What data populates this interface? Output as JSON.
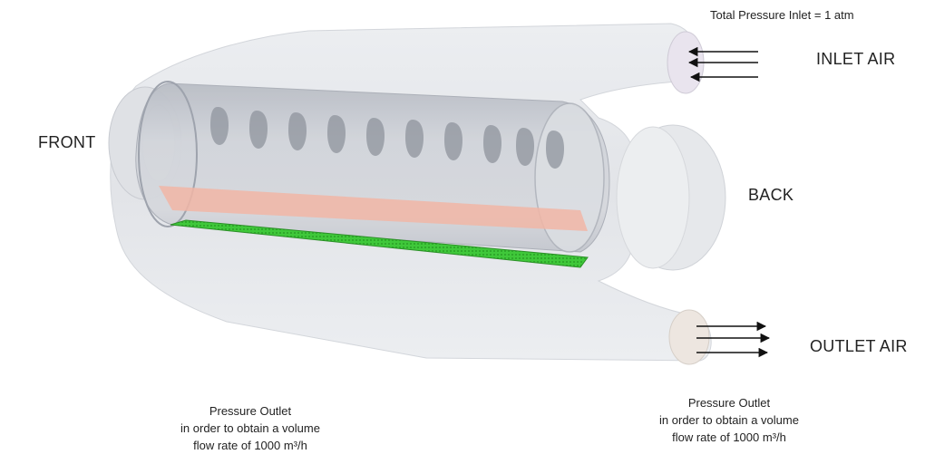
{
  "labels": {
    "total_pressure_inlet": "Total Pressure Inlet = 1 atm",
    "inlet_air": "INLET AIR",
    "front": "FRONT",
    "back": "BACK",
    "outlet_air": "OUTLET AIR"
  },
  "notes": {
    "left": {
      "line1": "Pressure Outlet",
      "line2": "in order to obtain a volume",
      "line3": "flow rate of 1000 m³/h"
    },
    "right": {
      "line1": "Pressure Outlet",
      "line2": "in order to obtain a volume",
      "line3": "flow rate of 1000 m³/h"
    }
  },
  "colors": {
    "housing": "#e4e6ea",
    "drum": "#c9ccd3",
    "filter_mesh": "#3fc83a",
    "heated_zone": "#f1b6a6",
    "arrow": "#111111"
  }
}
